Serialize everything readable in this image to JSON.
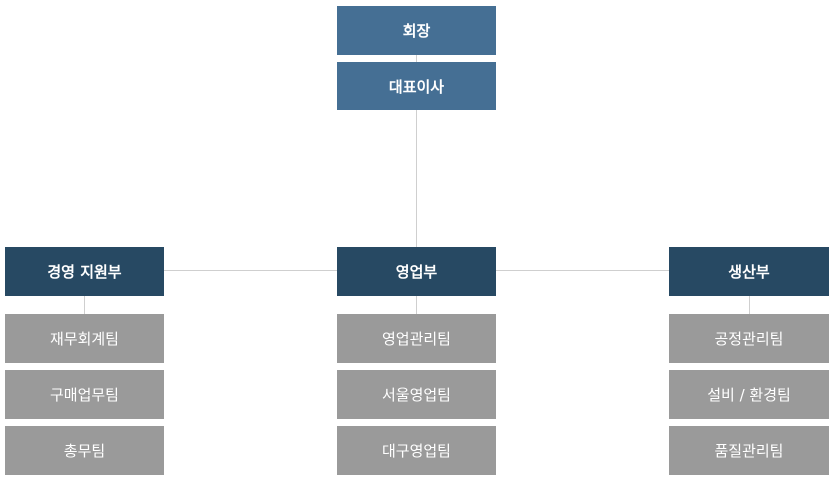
{
  "org": {
    "chairman": "회장",
    "ceo": "대표이사",
    "departments": [
      {
        "name": "경영 지원부",
        "teams": [
          "재무회계팀",
          "구매업무팀",
          "총무팀"
        ]
      },
      {
        "name": "영업부",
        "teams": [
          "영업관리팀",
          "서울영업팀",
          "대구영업팀"
        ]
      },
      {
        "name": "생산부",
        "teams": [
          "공정관리팀",
          "설비 / 환경팀",
          "품질관리팀"
        ]
      }
    ]
  },
  "colors": {
    "top": "#456f94",
    "department": "#274963",
    "team": "#9a9a9a",
    "connector": "#cfcfcf"
  }
}
